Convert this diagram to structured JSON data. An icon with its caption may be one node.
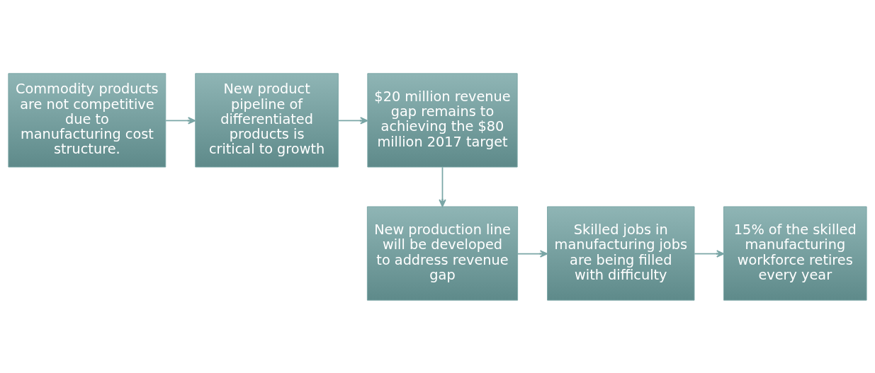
{
  "diagram": {
    "nodes": [
      {
        "text": [
          "Commodity products are not competitive due to manufacturing cost structure."
        ]
      },
      {
        "text": [
          "New product pipeline of differentiated products is critical to growth"
        ]
      },
      {
        "text": [
          "$20 million revenue gap remains to achieving the $80 million 2017 target"
        ]
      },
      {
        "text": [
          "New production line will be developed to address revenue gap"
        ]
      },
      {
        "text": [
          "Skilled jobs in manufacturing jobs are being filled with difficulty"
        ]
      },
      {
        "text": [
          "15% of the skilled manufacturing workforce retires every year"
        ]
      }
    ],
    "edges": [
      {
        "from": 0,
        "to": 1,
        "arrow": "to"
      },
      {
        "from": 1,
        "to": 2,
        "arrow": "to"
      },
      {
        "from": 2,
        "to": 3,
        "arrow": "to"
      },
      {
        "from": 3,
        "to": 4,
        "arrow": "to"
      },
      {
        "from": 4,
        "to": 5,
        "arrow": "to"
      }
    ]
  }
}
